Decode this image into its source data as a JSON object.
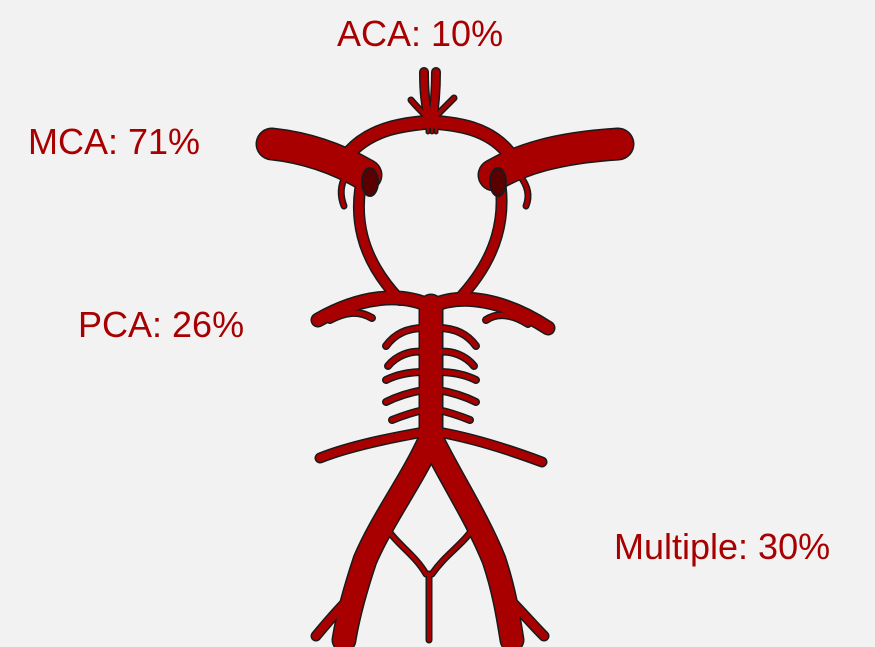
{
  "colors": {
    "label": "#a80000",
    "vessel": "#a80000",
    "vessel_outline": "#1a1a1a",
    "background": "#f2f2f2"
  },
  "labels": {
    "aca": "ACA: 10%",
    "mca": "MCA: 71%",
    "pca": "PCA: 26%",
    "multiple": "Multiple: 30%"
  }
}
